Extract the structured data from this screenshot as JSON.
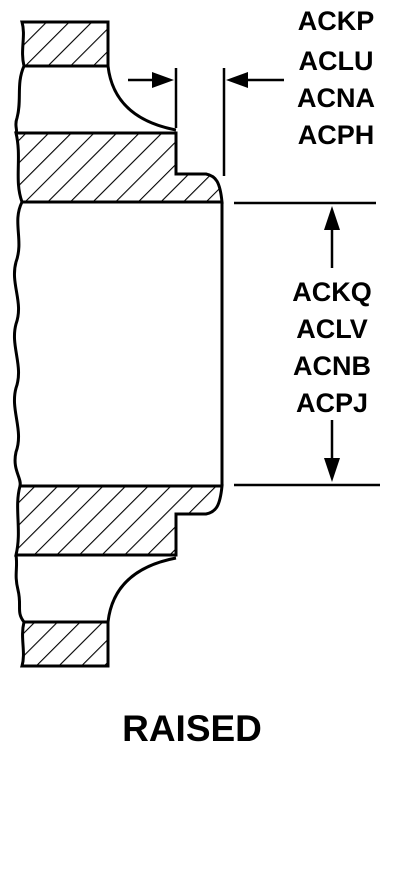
{
  "dimensions": {
    "top_codes": [
      "ACKP",
      "ACLU",
      "ACNA",
      "ACPH"
    ],
    "bore_codes": [
      "ACKQ",
      "ACLV",
      "ACNB",
      "ACPJ"
    ]
  },
  "caption": "RAISED",
  "colors": {
    "ink": "#000000",
    "paper": "#ffffff"
  }
}
